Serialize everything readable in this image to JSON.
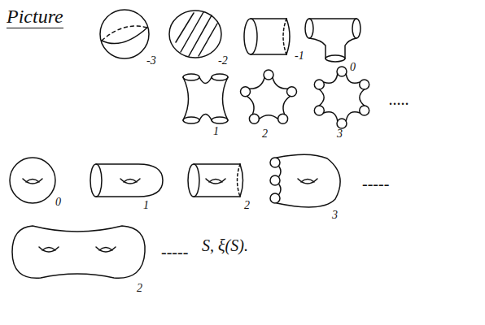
{
  "diagram": {
    "labels": [
      "Picture",
      "-3",
      "-2",
      "-1",
      "0",
      "1",
      "2",
      "3",
      ".....",
      "0",
      "1",
      "2",
      "3",
      "-----",
      "2",
      "-----",
      "S, ξ(S)."
    ]
  }
}
